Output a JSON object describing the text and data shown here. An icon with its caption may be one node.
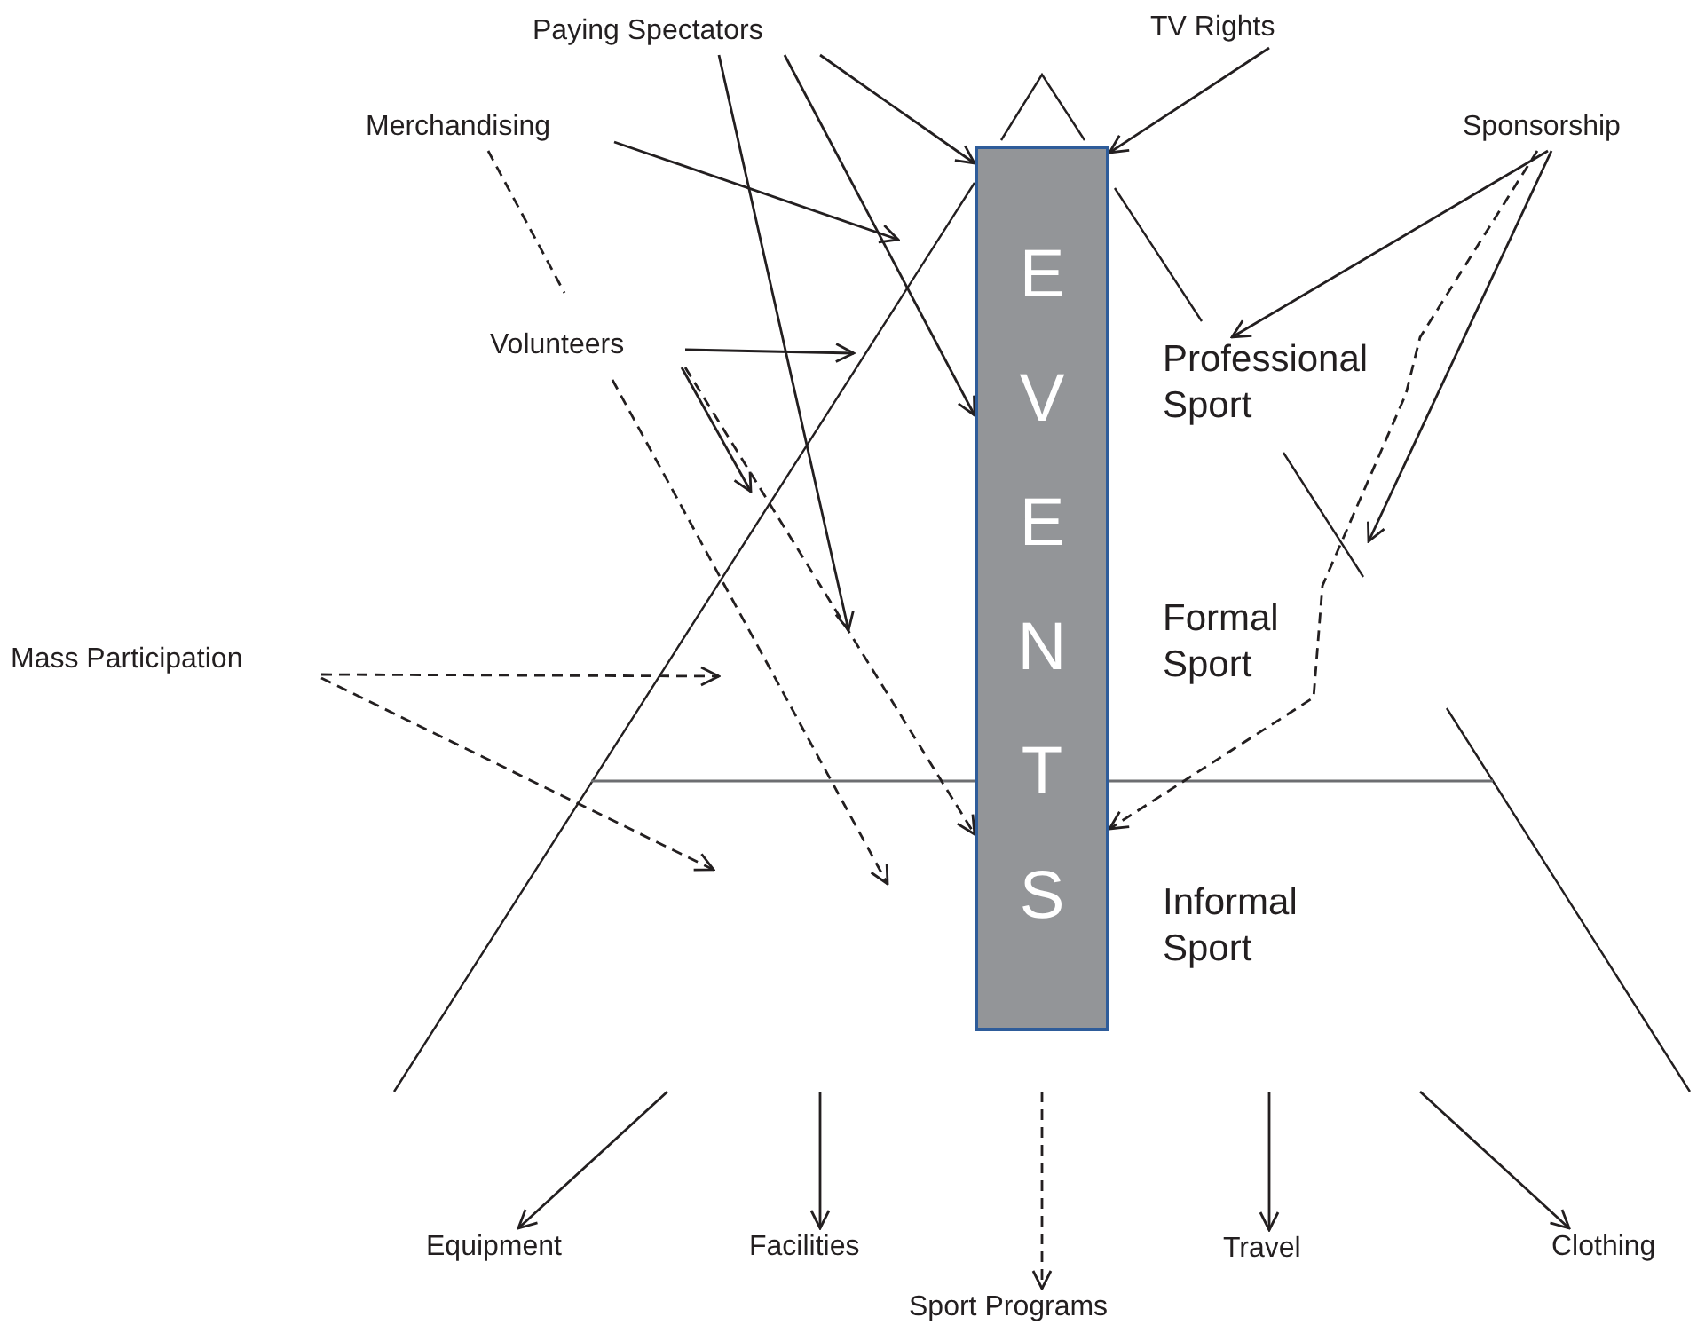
{
  "diagram": {
    "nodes": [
      {
        "text": [
          "Paying Spectators"
        ]
      },
      {
        "text": [
          "TV Rights"
        ]
      },
      {
        "text": [
          "Merchandising"
        ]
      },
      {
        "text": [
          "Sponsorship"
        ]
      },
      {
        "text": [
          "Volunteers"
        ]
      },
      {
        "text": [
          "E V E N T S"
        ]
      },
      {
        "text": [
          "Professional Sport"
        ]
      },
      {
        "text": [
          "Mass Participation"
        ]
      },
      {
        "text": [
          "Formal Sport"
        ]
      },
      {
        "text": [
          "Informal Sport"
        ]
      },
      {
        "text": [
          "Equipment"
        ]
      },
      {
        "text": [
          "Facilities"
        ]
      },
      {
        "text": [
          "Sport Programs"
        ]
      },
      {
        "text": [
          "Travel"
        ]
      },
      {
        "text": [
          "Clothing"
        ]
      }
    ],
    "edges": [
      {
        "from": 0,
        "to": 5,
        "arrow": "to"
      },
      {
        "from": 0,
        "to": 5,
        "arrow": "to"
      },
      {
        "from": 0,
        "to": null,
        "arrow": "to"
      },
      {
        "from": 1,
        "to": 5,
        "arrow": "to"
      },
      {
        "from": 2,
        "to": null,
        "arrow": "to"
      },
      {
        "from": 2,
        "to": null,
        "arrow": "to",
        "style": "dashed"
      },
      {
        "from": 3,
        "to": 6,
        "arrow": "to"
      },
      {
        "from": 3,
        "to": 5,
        "arrow": "to",
        "style": "dashed"
      },
      {
        "from": 3,
        "to": null,
        "arrow": "to"
      },
      {
        "from": 4,
        "to": null,
        "arrow": "to"
      },
      {
        "from": 4,
        "to": null,
        "arrow": "to"
      },
      {
        "from": 4,
        "to": 5,
        "arrow": "to",
        "style": "dashed"
      },
      {
        "from": 7,
        "to": null,
        "arrow": "to",
        "style": "dashed"
      },
      {
        "from": 7,
        "to": null,
        "arrow": "to",
        "style": "dashed"
      },
      {
        "from": null,
        "to": 10,
        "arrow": "to"
      },
      {
        "from": null,
        "to": 11,
        "arrow": "to"
      },
      {
        "from": null,
        "to": 12,
        "arrow": "to",
        "style": "dashed"
      },
      {
        "from": null,
        "to": 13,
        "arrow": "to"
      },
      {
        "from": null,
        "to": 14,
        "arrow": "to"
      }
    ]
  }
}
